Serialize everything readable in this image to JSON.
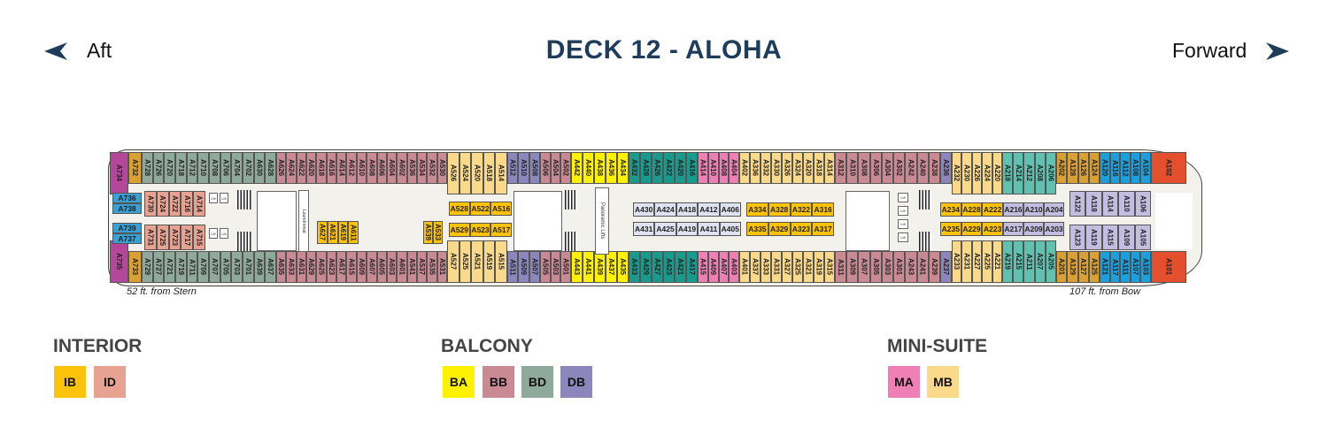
{
  "header": {
    "title": "DECK 12 - ALOHA",
    "aft_label": "Aft",
    "forward_label": "Forward",
    "aft_icon": "arrow-left-icon",
    "forward_icon": "arrow-right-icon"
  },
  "colors": {
    "navy": "#1e3d5c",
    "IB": "#fdc30a",
    "ID": "#e8a291",
    "BA": "#fff200",
    "BB": "#c98a94",
    "BD": "#8fa99a",
    "DB": "#8c86bd",
    "MA": "#ee80b6",
    "MB": "#fbd98a",
    "mustard": "#d9a035",
    "teal": "#1a9a8c",
    "tealLight": "#5fc2b0",
    "blue": "#1ba0dd",
    "red": "#e4502e",
    "magenta": "#b5479b",
    "sideBlue": "#3a9fd3",
    "lavender": "#dfe2f0",
    "lilac": "#c3bde0"
  },
  "deck": {
    "top_row": [
      {
        "cat": "magenta",
        "cabins": [
          "A734"
        ]
      },
      {
        "cat": "mustard",
        "cabins": [
          "A732"
        ]
      },
      {
        "cat": "BD",
        "cabins": [
          "A728",
          "A726",
          "A720",
          "A718",
          "A712",
          "A710",
          "A708",
          "A706",
          "A704",
          "A702",
          "A630",
          "A628"
        ]
      },
      {
        "cat": "BB",
        "cabins": [
          "A626",
          "A624",
          "A622",
          "A620",
          "A618",
          "A616",
          "A614",
          "A612",
          "A610",
          "A608",
          "A606",
          "A604",
          "A602",
          "A536",
          "A534",
          "A532",
          "A530"
        ]
      },
      {
        "cat": "MB",
        "cabins": [
          "A526",
          "A524",
          "A520",
          "A518",
          "A514"
        ]
      },
      {
        "cat": "DB",
        "cabins": [
          "A512",
          "A510",
          "A508"
        ]
      },
      {
        "cat": "BB",
        "cabins": [
          "A506",
          "A504",
          "A502"
        ]
      },
      {
        "cat": "BA",
        "cabins": [
          "A442",
          "A440",
          "A438",
          "A436",
          "A434"
        ]
      },
      {
        "cat": "teal",
        "cabins": [
          "A432",
          "A428",
          "A426",
          "A422",
          "A420",
          "A416"
        ]
      },
      {
        "cat": "MA",
        "cabins": [
          "A414",
          "A410",
          "A408",
          "A404"
        ]
      },
      {
        "cat": "MB",
        "cabins": [
          "A402",
          "A336",
          "A332",
          "A330",
          "A326",
          "A324",
          "A320",
          "A318",
          "A314"
        ]
      },
      {
        "cat": "BB",
        "cabins": [
          "A312",
          "A310",
          "A308",
          "A306",
          "A304",
          "A302",
          "A242",
          "A240",
          "A238"
        ]
      },
      {
        "cat": "DB",
        "cabins": [
          "A236"
        ]
      },
      {
        "cat": "MB",
        "cabins": [
          "A232",
          "A230",
          "A226",
          "A224",
          "A220"
        ]
      },
      {
        "cat": "tealLight",
        "cabins": [
          "A218",
          "A214",
          "A212",
          "A208",
          "A206"
        ]
      },
      {
        "cat": "mustard",
        "cabins": [
          "A202",
          "A128",
          "A126",
          "A124"
        ]
      },
      {
        "cat": "blue",
        "cabins": [
          "A120",
          "A116",
          "A112",
          "A108",
          "A104"
        ]
      },
      {
        "cat": "red",
        "cabins": [
          "A102"
        ]
      }
    ],
    "bottom_row": [
      {
        "cat": "magenta",
        "cabins": [
          "A735"
        ]
      },
      {
        "cat": "mustard",
        "cabins": [
          "A733"
        ]
      },
      {
        "cat": "BD",
        "cabins": [
          "A729",
          "A727",
          "A721",
          "A719",
          "A711",
          "A709",
          "A707",
          "A705",
          "A703",
          "A701",
          "A639",
          "A637"
        ]
      },
      {
        "cat": "BB",
        "cabins": [
          "A635",
          "A633",
          "A631",
          "A629",
          "A625",
          "A623",
          "A617",
          "A615",
          "A609",
          "A607",
          "A605",
          "A603",
          "A601",
          "A541",
          "A537",
          "A535",
          "A531"
        ]
      },
      {
        "cat": "MB",
        "cabins": [
          "A527",
          "A525",
          "A521",
          "A519",
          "A515"
        ]
      },
      {
        "cat": "DB",
        "cabins": [
          "A511",
          "A509",
          "A507"
        ]
      },
      {
        "cat": "BB",
        "cabins": [
          "A505",
          "A503",
          "A501"
        ]
      },
      {
        "cat": "BA",
        "cabins": [
          "A443",
          "A441",
          "A439",
          "A437",
          "A435"
        ]
      },
      {
        "cat": "teal",
        "cabins": [
          "A433",
          "A429",
          "A427",
          "A423",
          "A421",
          "A417"
        ]
      },
      {
        "cat": "MA",
        "cabins": [
          "A415",
          "A409",
          "A407",
          "A403"
        ]
      },
      {
        "cat": "MB",
        "cabins": [
          "A401",
          "A337",
          "A333",
          "A331",
          "A327",
          "A325",
          "A321",
          "A319",
          "A315"
        ]
      },
      {
        "cat": "BB",
        "cabins": [
          "A311",
          "A309",
          "A307",
          "A305",
          "A303",
          "A301",
          "A243",
          "A241",
          "A239"
        ]
      },
      {
        "cat": "DB",
        "cabins": [
          "A237"
        ]
      },
      {
        "cat": "MB",
        "cabins": [
          "A233",
          "A231",
          "A227",
          "A225",
          "A221"
        ]
      },
      {
        "cat": "tealLight",
        "cabins": [
          "A219",
          "A215",
          "A211",
          "A207",
          "A205"
        ]
      },
      {
        "cat": "mustard",
        "cabins": [
          "A201",
          "A129",
          "A127",
          "A125"
        ]
      },
      {
        "cat": "blue",
        "cabins": [
          "A121",
          "A117",
          "A111",
          "A107",
          "A103"
        ]
      },
      {
        "cat": "red",
        "cabins": [
          "A101"
        ]
      }
    ],
    "inner": [
      {
        "cat": "sideBlue",
        "cabins": [
          "A736",
          "A738"
        ]
      },
      {
        "cat": "sideBlue",
        "cabins": [
          "A739",
          "A737"
        ]
      },
      {
        "cat": "ID",
        "cabins": [
          "A730",
          "A724",
          "A722",
          "A716",
          "A714"
        ]
      },
      {
        "cat": "ID",
        "cabins": [
          "A731",
          "A725",
          "A723",
          "A717",
          "A715"
        ]
      },
      {
        "cat": "IB",
        "cabins": [
          "A627",
          "A621",
          "A619",
          "A611"
        ]
      },
      {
        "cat": "IB",
        "cabins": [
          "A539",
          "A533"
        ]
      },
      {
        "cat": "IB",
        "cabins": [
          "A528",
          "A522",
          "A516"
        ]
      },
      {
        "cat": "IB",
        "cabins": [
          "A529",
          "A523",
          "A517"
        ]
      },
      {
        "cat": "lavender",
        "cabins": [
          "A430",
          "A424",
          "A418",
          "A412",
          "A406"
        ]
      },
      {
        "cat": "lavender",
        "cabins": [
          "A431",
          "A425",
          "A419",
          "A411",
          "A405"
        ]
      },
      {
        "cat": "IB",
        "cabins": [
          "A334",
          "A328",
          "A322",
          "A316"
        ]
      },
      {
        "cat": "IB",
        "cabins": [
          "A335",
          "A329",
          "A323",
          "A317"
        ]
      },
      {
        "cat": "IB",
        "cabins": [
          "A234",
          "A228",
          "A222"
        ]
      },
      {
        "cat": "lilac",
        "cabins": [
          "A216",
          "A210",
          "A204"
        ]
      },
      {
        "cat": "IB",
        "cabins": [
          "A235",
          "A229",
          "A223"
        ]
      },
      {
        "cat": "lilac",
        "cabins": [
          "A217",
          "A209",
          "A203"
        ]
      },
      {
        "cat": "lilac",
        "cabins": [
          "A122",
          "A118",
          "A114",
          "A110",
          "A106"
        ]
      },
      {
        "cat": "lilac",
        "cabins": [
          "A123",
          "A119",
          "A115",
          "A109",
          "A105"
        ]
      }
    ],
    "labels": {
      "lift": "Lift",
      "laundromat": "Laundromat",
      "panoramic_lifts": "Panoramic Lifts"
    },
    "stern_distance": "52 ft.  from Stern",
    "bow_distance": "107 ft.  from Bow"
  },
  "legend": {
    "interior": {
      "title": "INTERIOR",
      "items": [
        "IB",
        "ID"
      ]
    },
    "balcony": {
      "title": "BALCONY",
      "items": [
        "BA",
        "BB",
        "BD",
        "DB"
      ]
    },
    "mini_suite": {
      "title": "MINI-SUITE",
      "items": [
        "MA",
        "MB"
      ]
    }
  }
}
